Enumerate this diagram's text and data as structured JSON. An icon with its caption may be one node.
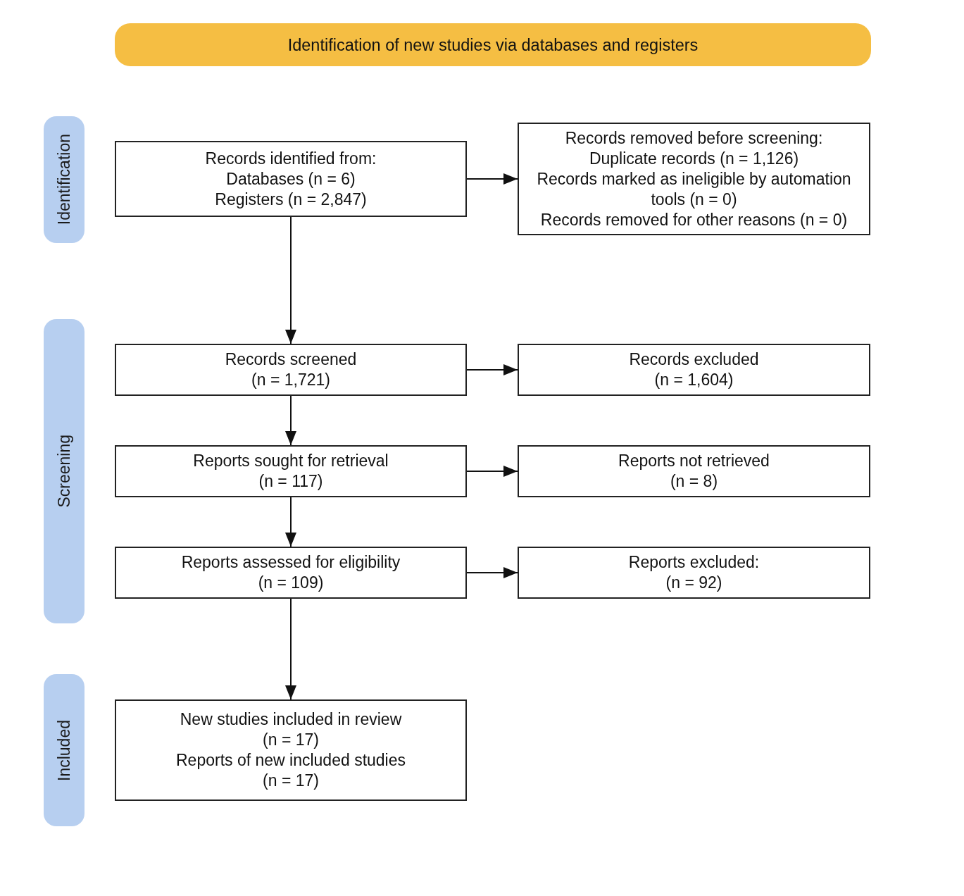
{
  "diagram": {
    "nodes": [
      {
        "text": [
          "Identification of new studies via databases and registers"
        ]
      },
      {
        "text": [
          "Identification"
        ]
      },
      {
        "text": [
          "Records identified from:",
          "Databases (n = 6)",
          "Registers (n = 2,847)"
        ]
      },
      {
        "text": [
          "Records removed before screening:",
          "Duplicate records (n = 1,126)",
          "Records marked as ineligible by automation tools (n = 0)",
          "Records removed for other reasons (n = 0)"
        ]
      },
      {
        "text": [
          "Screening"
        ]
      },
      {
        "text": [
          "Records screened",
          "(n = 1,721)"
        ]
      },
      {
        "text": [
          "Records excluded",
          "(n = 1,604)"
        ]
      },
      {
        "text": [
          "Reports sought for retrieval",
          "(n = 117)"
        ]
      },
      {
        "text": [
          "Reports not retrieved",
          "(n = 8)"
        ]
      },
      {
        "text": [
          "Reports assessed for eligibility",
          "(n = 109)"
        ]
      },
      {
        "text": [
          "Reports excluded:",
          "(n = 92)"
        ]
      },
      {
        "text": [
          "Included"
        ]
      },
      {
        "text": [
          "New studies included in review",
          "(n = 17)",
          "Reports of new included studies",
          "(n = 17)"
        ]
      }
    ],
    "edges": [
      {
        "from": 2,
        "to": 3,
        "arrow": "to"
      },
      {
        "from": 2,
        "to": 5,
        "arrow": "to"
      },
      {
        "from": 5,
        "to": 6,
        "arrow": "to"
      },
      {
        "from": 5,
        "to": 7,
        "arrow": "to"
      },
      {
        "from": 7,
        "to": 8,
        "arrow": "to"
      },
      {
        "from": 7,
        "to": 9,
        "arrow": "to"
      },
      {
        "from": 9,
        "to": 10,
        "arrow": "to"
      },
      {
        "from": 9,
        "to": 12,
        "arrow": "to"
      }
    ]
  }
}
